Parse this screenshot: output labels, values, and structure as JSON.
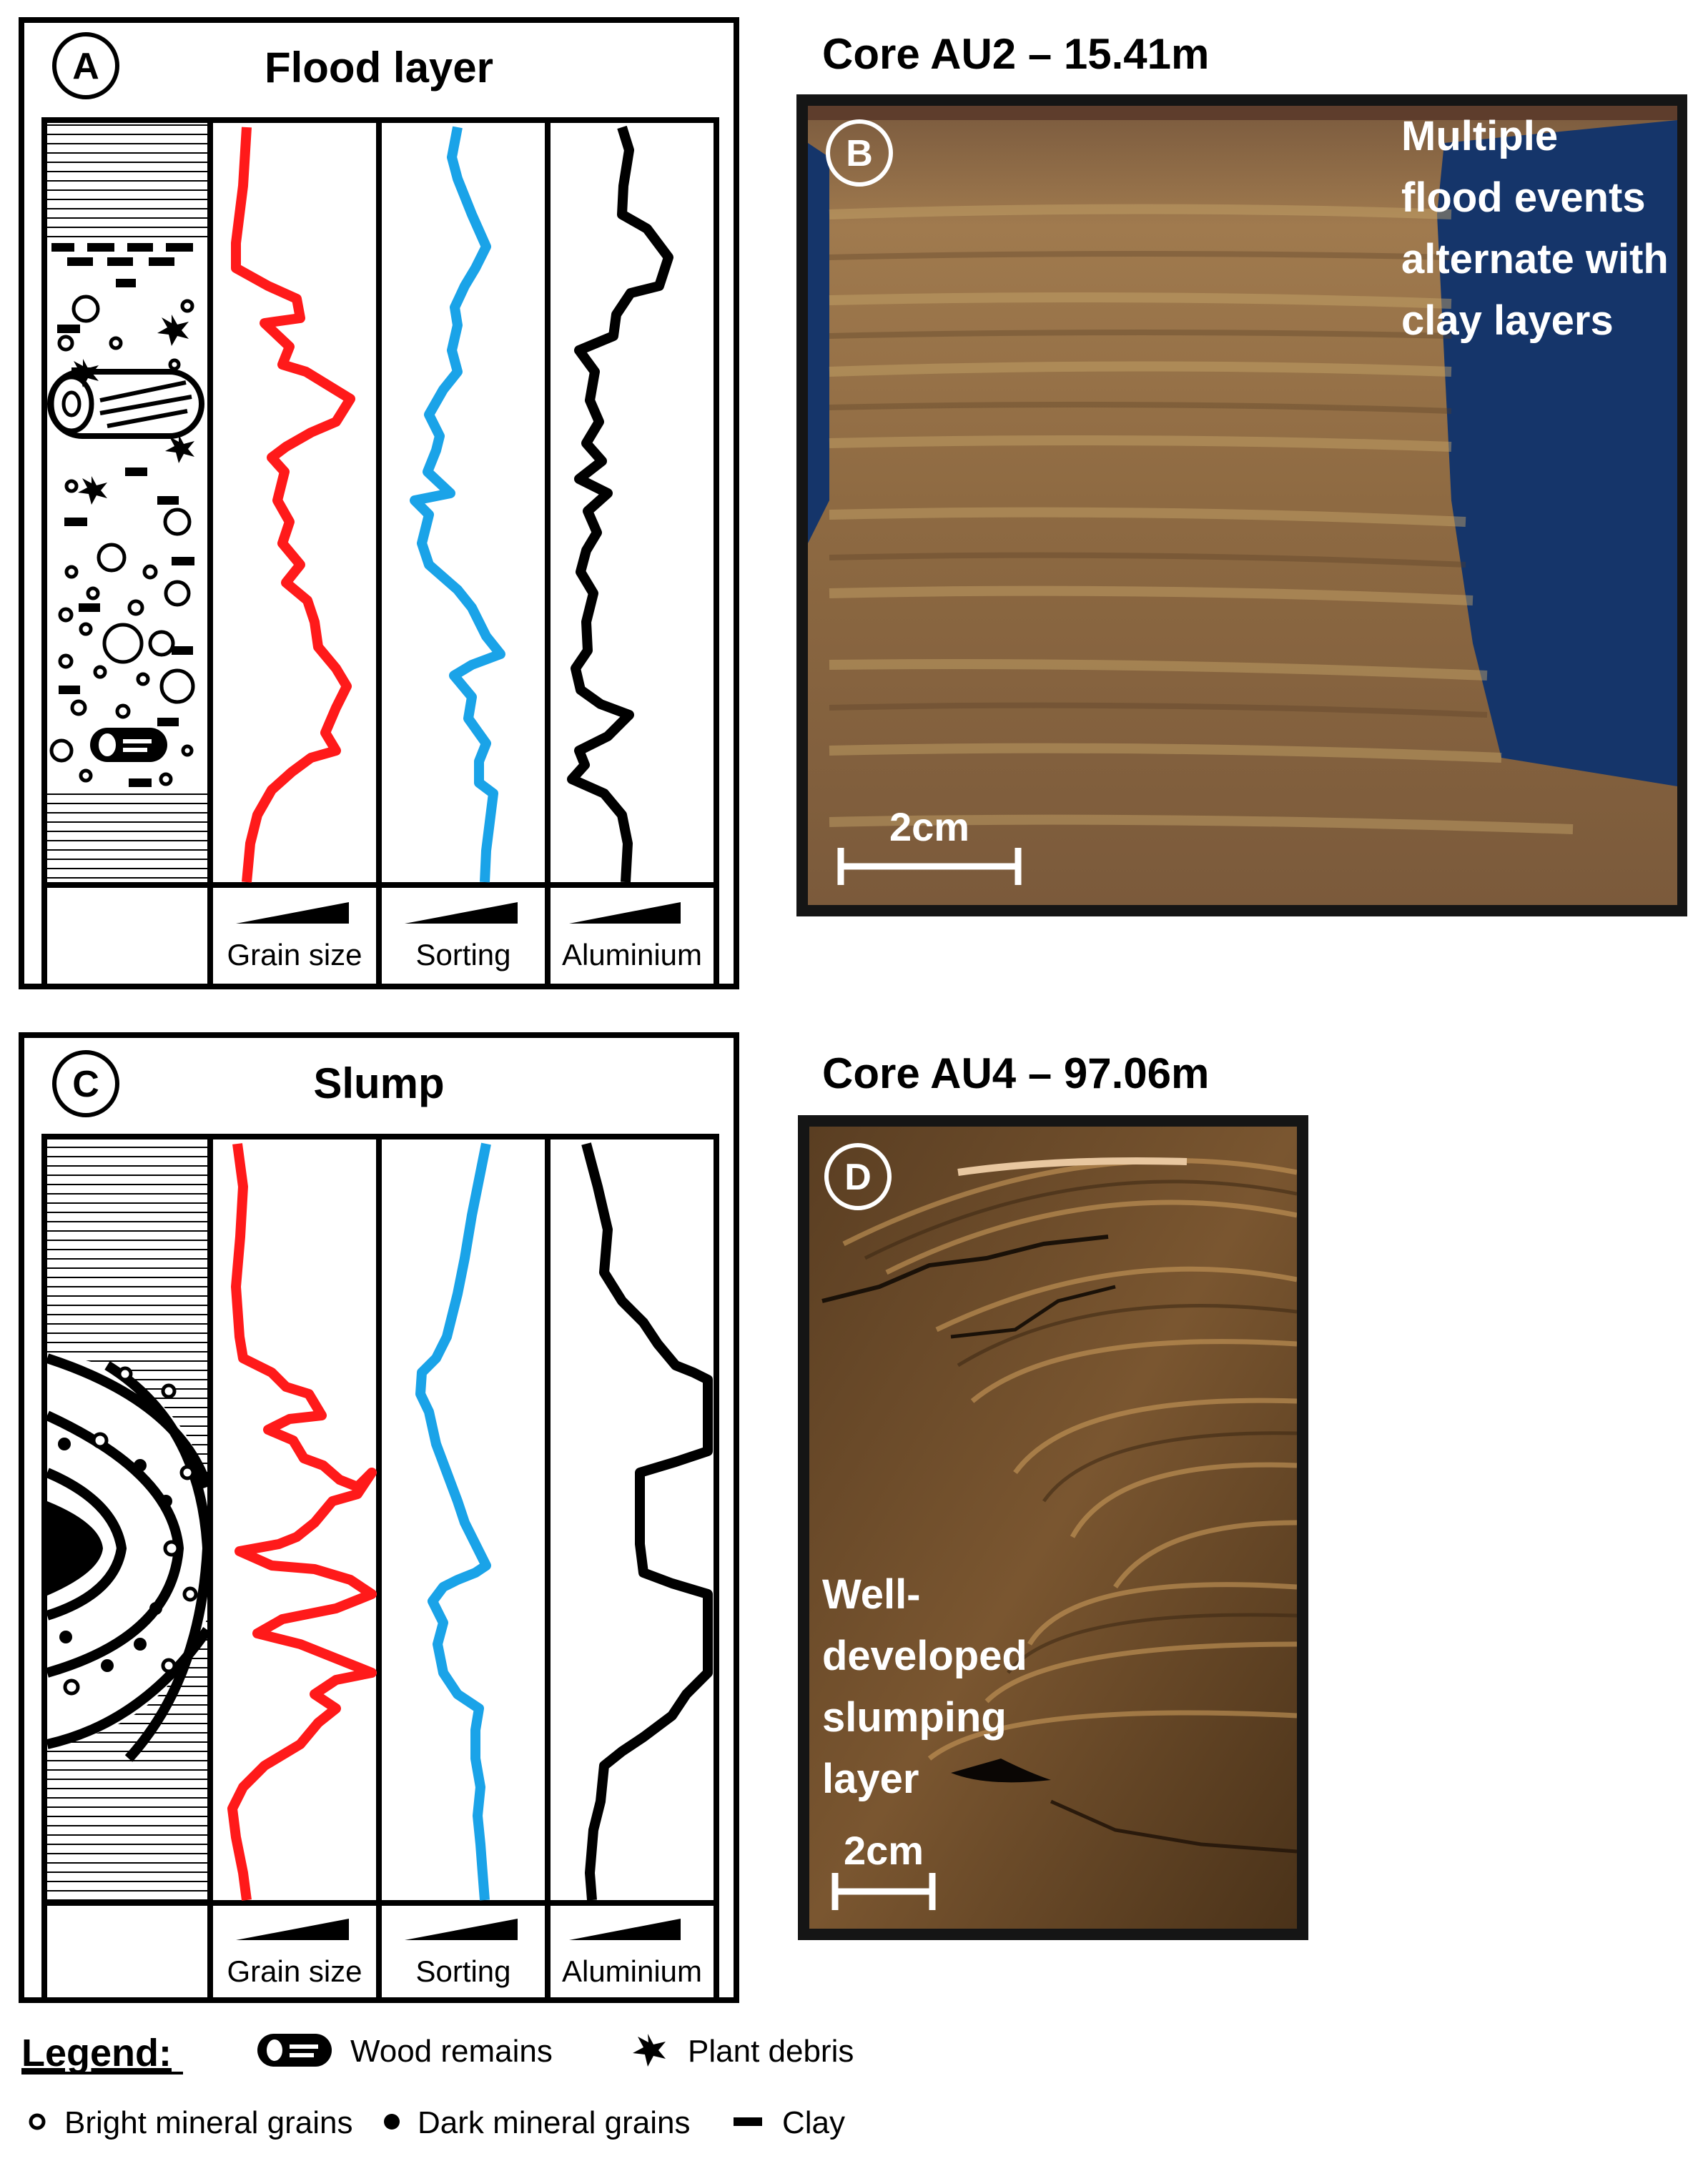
{
  "panels": {
    "a": {
      "letter": "A",
      "title": "Flood layer",
      "labels": [
        "Grain size",
        "Sorting",
        "Aluminium"
      ]
    },
    "b": {
      "letter": "B",
      "core": "Core AU2 – 15.41m",
      "annotation": [
        "Multiple",
        "flood events",
        "alternate with",
        "clay layers"
      ],
      "scale": "2cm"
    },
    "c": {
      "letter": "C",
      "title": "Slump",
      "labels": [
        "Grain size",
        "Sorting",
        "Aluminium"
      ]
    },
    "d": {
      "letter": "D",
      "core": "Core AU4 – 97.06m",
      "annotation": [
        "Well-",
        "developed",
        "slumping",
        "layer"
      ],
      "scale": "2cm"
    }
  },
  "legend": {
    "title": "Legend:",
    "items": [
      "Wood remains",
      "Plant debris",
      "Bright mineral grains",
      "Dark mineral grains",
      "Clay"
    ]
  },
  "colors": {
    "grain_size": "#ff1a1a",
    "sorting": "#1aa3e8",
    "aluminium": "#000000"
  }
}
